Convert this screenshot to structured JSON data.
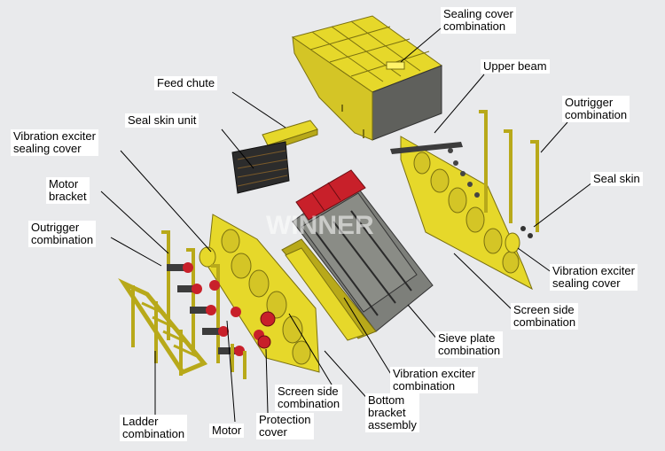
{
  "watermark": "WINNER",
  "labels": {
    "sealing_cover_combination": "Sealing cover\ncombination",
    "upper_beam": "Upper beam",
    "feed_chute": "Feed chute",
    "outrigger_combination_right": "Outrigger\ncombination",
    "seal_skin_unit": "Seal skin unit",
    "vibration_exciter_sealing_cover_left": "Vibration exciter\nsealing cover",
    "seal_skin": "Seal skin",
    "motor_bracket": "Motor\nbracket",
    "outrigger_combination_left": "Outrigger\ncombination",
    "vibration_exciter_sealing_cover_right": "Vibration exciter\nsealing cover",
    "screen_side_combination_right": "Screen side\ncombination",
    "sieve_plate_combination": "Sieve plate\ncombination",
    "vibration_exciter_combination": "Vibration exciter\ncombination",
    "screen_side_combination_bottom": "Screen side\ncombination",
    "bottom_bracket_assembly": "Bottom\nbracket\nassembly",
    "ladder_combination": "Ladder\ncombination",
    "motor": "Motor",
    "protection_cover": "Protection\ncover"
  },
  "colors": {
    "background": "#e9eaec",
    "yellow": "#e6d82a",
    "yellow_dark": "#b8a91a",
    "gray_panel": "#6b6d6a",
    "red": "#c8202a",
    "dark": "#2a2a2a",
    "leader": "#000000"
  }
}
